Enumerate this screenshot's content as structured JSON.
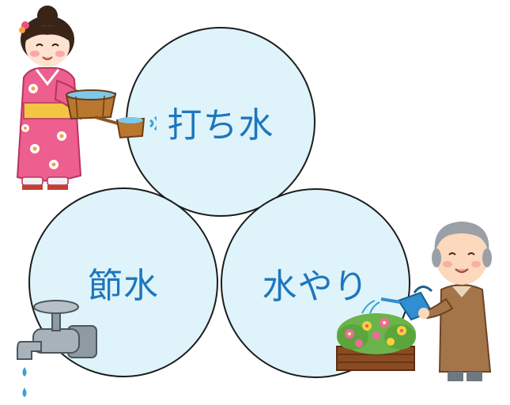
{
  "colors": {
    "circle_fill": "#def4fa",
    "circle_stroke": "#1d1d1d",
    "label_text": "#1f76bd"
  },
  "circles": {
    "top": {
      "label": "打ち水",
      "illustration": "woman-in-yukata-splashing-water"
    },
    "left": {
      "label": "節水",
      "illustration": "water-faucet-dripping"
    },
    "right": {
      "label": "水やり",
      "illustration": "elderly-man-watering-flowers"
    }
  }
}
